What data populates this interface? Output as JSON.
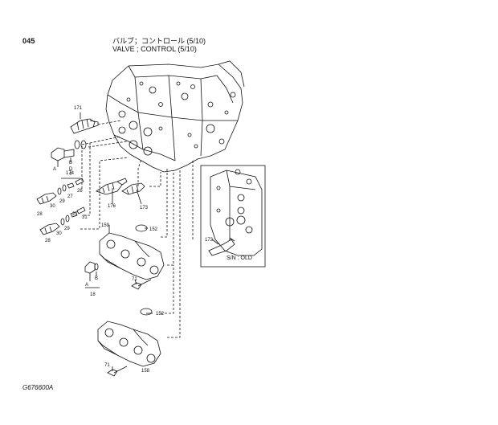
{
  "header": {
    "page_number": "045",
    "title_jp": "バルブ；コントロール (5/10)",
    "title_en": "VALVE ; CONTROL (5/10)"
  },
  "inset": {
    "label": "S/N : OLD",
    "part": "173"
  },
  "parts": {
    "p171": "171",
    "p174": "174",
    "pA1": "A",
    "pB1": "B",
    "pD": "D",
    "p26": "26",
    "p27a": "27",
    "p28a": "28",
    "p30a": "30",
    "p29a": "29",
    "p176": "176",
    "p173": "173",
    "p27b": "27",
    "p31": "31",
    "p29b": "29",
    "p28b": "28",
    "p30b": "30",
    "p159": "159",
    "p152a": "152",
    "pA2": "A",
    "pB2": "B",
    "p18": "18",
    "p71a": "71",
    "p152b": "152",
    "p71b": "71",
    "p158": "158"
  },
  "footer": {
    "drawing_code": "G676600A"
  }
}
